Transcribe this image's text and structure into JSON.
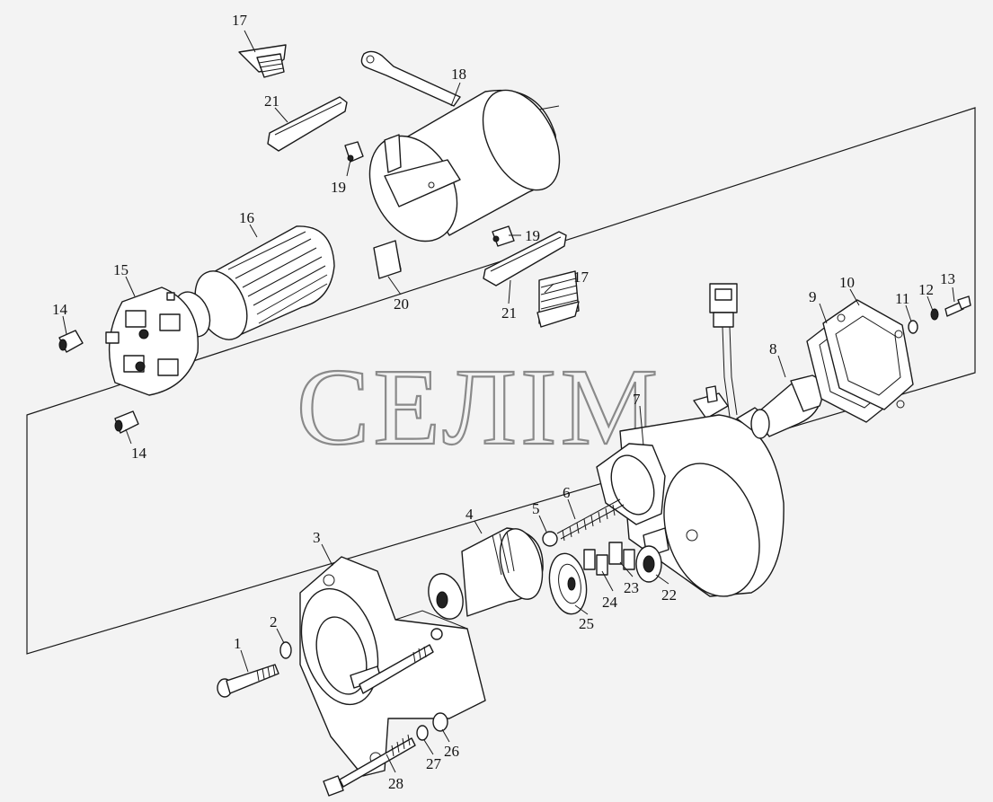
{
  "watermark": "СЕЛІМ",
  "labels": [
    {
      "id": "1",
      "text": "1"
    },
    {
      "id": "2",
      "text": "2"
    },
    {
      "id": "3",
      "text": "3"
    },
    {
      "id": "4",
      "text": "4"
    },
    {
      "id": "5",
      "text": "5"
    },
    {
      "id": "6",
      "text": "6"
    },
    {
      "id": "7",
      "text": "7"
    },
    {
      "id": "8",
      "text": "8"
    },
    {
      "id": "9",
      "text": "9"
    },
    {
      "id": "10",
      "text": "10"
    },
    {
      "id": "11",
      "text": "11"
    },
    {
      "id": "12",
      "text": "12"
    },
    {
      "id": "13",
      "text": "13"
    },
    {
      "id": "14a",
      "text": "14"
    },
    {
      "id": "14b",
      "text": "14"
    },
    {
      "id": "15",
      "text": "15"
    },
    {
      "id": "16",
      "text": "16"
    },
    {
      "id": "17a",
      "text": "17"
    },
    {
      "id": "17b",
      "text": "17"
    },
    {
      "id": "18",
      "text": "18"
    },
    {
      "id": "19a",
      "text": "19"
    },
    {
      "id": "19b",
      "text": "19"
    },
    {
      "id": "20",
      "text": "20"
    },
    {
      "id": "21a",
      "text": "21"
    },
    {
      "id": "21b",
      "text": "21"
    },
    {
      "id": "22",
      "text": "22"
    },
    {
      "id": "23",
      "text": "23"
    },
    {
      "id": "24",
      "text": "24"
    },
    {
      "id": "25",
      "text": "25"
    },
    {
      "id": "26",
      "text": "26"
    },
    {
      "id": "27",
      "text": "27"
    },
    {
      "id": "28",
      "text": "28"
    }
  ]
}
